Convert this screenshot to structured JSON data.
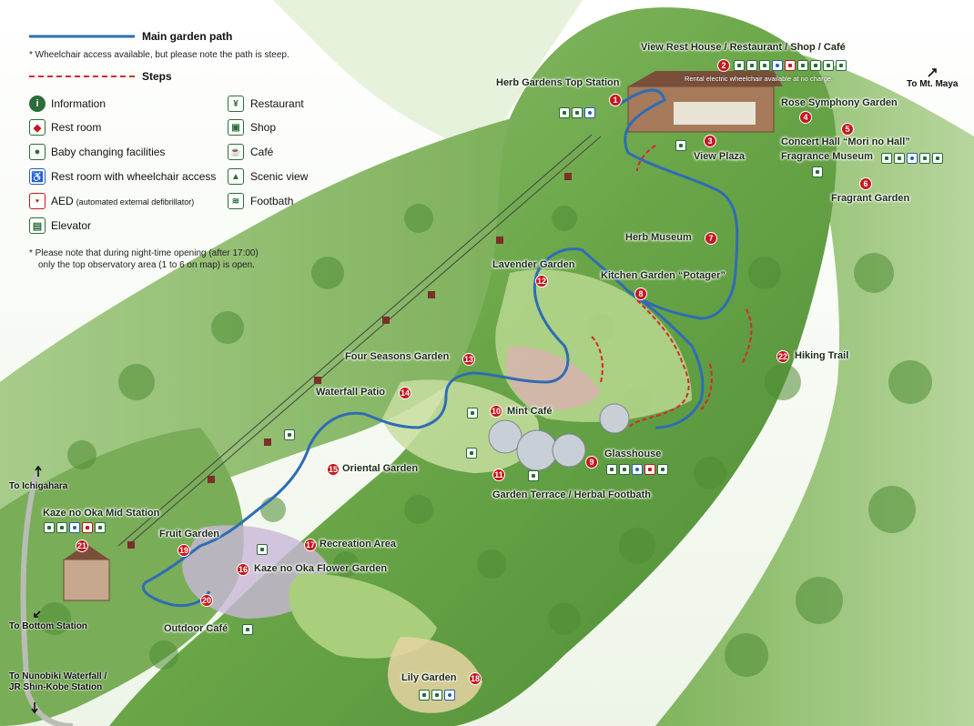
{
  "legend": {
    "main_path": "Main garden path",
    "wheelchair_note": "* Wheelchair access available, but please note the path is steep.",
    "steps": "Steps",
    "items_left": [
      {
        "icon": "information-icon",
        "label": "Information"
      },
      {
        "icon": "restroom-icon",
        "label": "Rest room"
      },
      {
        "icon": "baby-changing-icon",
        "label": "Baby changing facilities"
      },
      {
        "icon": "wheelchair-restroom-icon",
        "label": "Rest room with wheelchair access"
      },
      {
        "icon": "aed-icon",
        "label": "AED",
        "sub": "(automated external defibrillator)"
      },
      {
        "icon": "elevator-icon",
        "label": "Elevator"
      }
    ],
    "items_right": [
      {
        "icon": "restaurant-icon",
        "label": "Restaurant"
      },
      {
        "icon": "shop-icon",
        "label": "Shop"
      },
      {
        "icon": "cafe-icon",
        "label": "Café"
      },
      {
        "icon": "scenic-view-icon",
        "label": "Scenic view"
      },
      {
        "icon": "footbath-icon",
        "label": "Footbath"
      }
    ],
    "night_note_1": "* Please note that during night-time opening (after 17:00)",
    "night_note_2": "only the top observatory area (1 to 6 on map) is open."
  },
  "places": [
    {
      "num": "1",
      "label": "Herb Gardens Top Station"
    },
    {
      "num": "2",
      "label": "View Rest House / Restaurant / Shop / Café"
    },
    {
      "num": "3",
      "label": "View Plaza"
    },
    {
      "num": "4",
      "label": "Rose Symphony Garden"
    },
    {
      "num": "5",
      "label": "Concert Hall “Mori no Hall”"
    },
    {
      "num": "6",
      "label": "Fragrant Garden"
    },
    {
      "num": "7",
      "label": "Herb Museum"
    },
    {
      "num": "8",
      "label": "Kitchen Garden “Potager”"
    },
    {
      "num": "9",
      "label": "Glasshouse"
    },
    {
      "num": "10",
      "label": "Mint Café"
    },
    {
      "num": "11",
      "label": "Garden Terrace / Herbal Footbath"
    },
    {
      "num": "12",
      "label": "Lavender Garden"
    },
    {
      "num": "13",
      "label": "Four Seasons Garden"
    },
    {
      "num": "14",
      "label": "Waterfall Patio"
    },
    {
      "num": "15",
      "label": "Oriental Garden"
    },
    {
      "num": "16",
      "label": "Kaze no Oka Flower Garden"
    },
    {
      "num": "17",
      "label": "Recreation Area"
    },
    {
      "num": "18",
      "label": "Lily Garden"
    },
    {
      "num": "19",
      "label": "Fruit Garden"
    },
    {
      "num": "20",
      "label": "Outdoor Café"
    },
    {
      "num": "21",
      "label": "Kaze no Oka Mid Station"
    },
    {
      "num": "22",
      "label": "Hiking Trail"
    }
  ],
  "extra_labels": {
    "fragrance_museum": "Fragrance Museum",
    "rental_note": "Rental electric wheelchair available at no charge.",
    "aed_text": "AED"
  },
  "directions": {
    "mt_maya": "To Mt. Maya",
    "ichigahara": "To Ichigahara",
    "bottom_station": "To Bottom Station",
    "nunobiki_1": "To Nunobiki Waterfall /",
    "nunobiki_2": "JR Shin-Kobe Station"
  },
  "colors": {
    "path": "#2f6cb5",
    "steps": "#d42a2a",
    "marker": "#c7161d",
    "forest": "#5a9a3c"
  }
}
